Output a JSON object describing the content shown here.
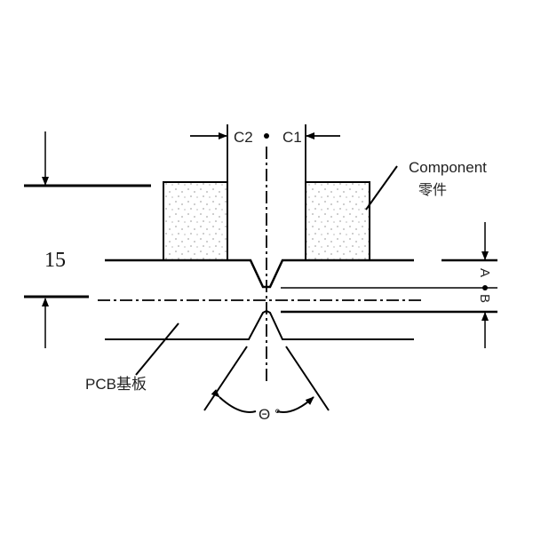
{
  "labels": {
    "c2": "C2",
    "c1": "C1",
    "component_en": "Component",
    "component_cn": "零件",
    "dimension": "15",
    "a": "A",
    "b": "B",
    "pcb": "PCB基板",
    "angle": "Θ °"
  },
  "colors": {
    "line": "#000000",
    "fill_dots": "#555555"
  }
}
